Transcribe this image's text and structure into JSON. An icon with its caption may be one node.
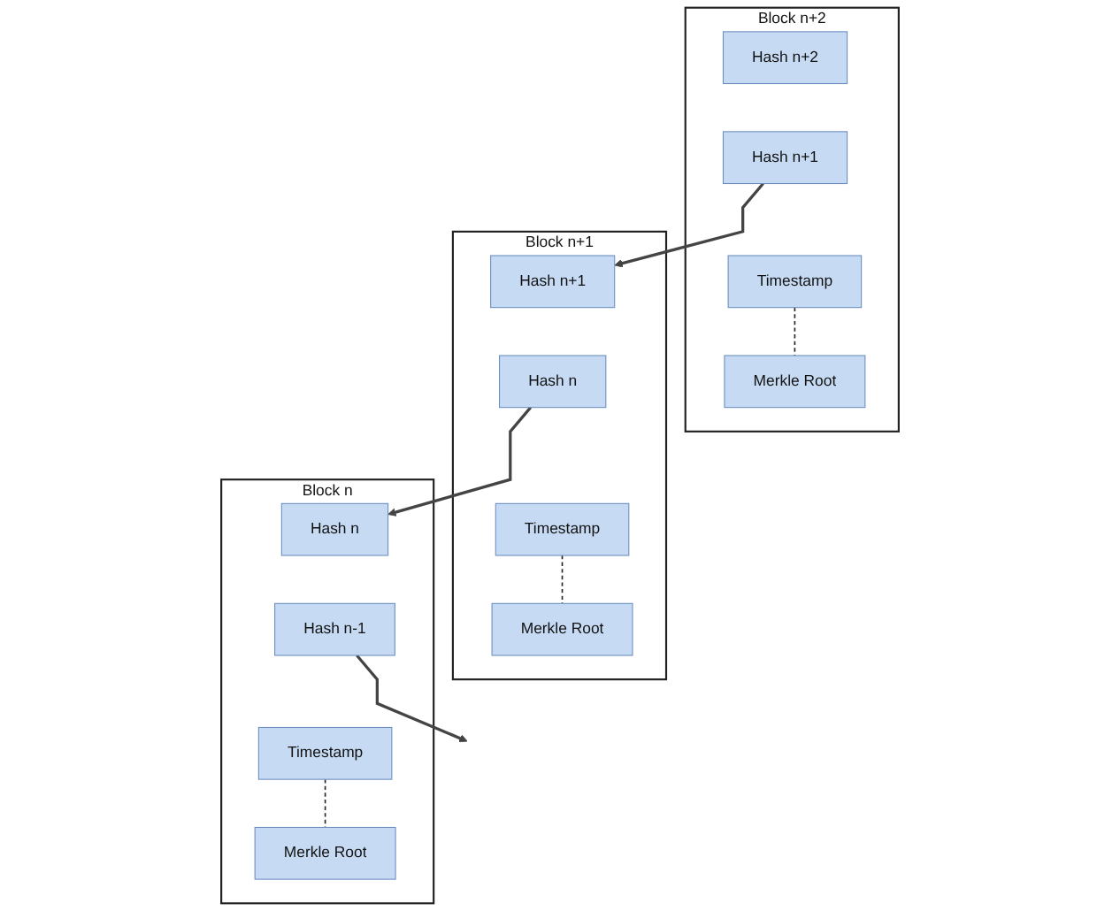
{
  "diagram": {
    "nodes": [
      {
        "text": [
          "Block n"
        ]
      },
      {
        "text": [
          "Hash n"
        ],
        "in": 0
      },
      {
        "text": [
          "Hash n-1"
        ],
        "in": 0
      },
      {
        "text": [
          "Timestamp"
        ],
        "in": 0
      },
      {
        "text": [
          "Merkle Root"
        ],
        "in": 0
      },
      {
        "text": [
          "Block n+1"
        ]
      },
      {
        "text": [
          "Hash n+1"
        ],
        "in": 5
      },
      {
        "text": [
          "Hash n"
        ],
        "in": 5
      },
      {
        "text": [
          "Timestamp"
        ],
        "in": 5
      },
      {
        "text": [
          "Merkle Root"
        ],
        "in": 5
      },
      {
        "text": [
          "Block n+2"
        ]
      },
      {
        "text": [
          "Hash n+2"
        ],
        "in": 10
      },
      {
        "text": [
          "Hash n+1"
        ],
        "in": 10
      },
      {
        "text": [
          "Timestamp"
        ],
        "in": 10
      },
      {
        "text": [
          "Merkle Root"
        ],
        "in": 10
      }
    ],
    "edges": [
      {
        "from": 2,
        "to": null,
        "arrow": "to"
      },
      {
        "from": 7,
        "to": 1,
        "arrow": "to"
      },
      {
        "from": 12,
        "to": 6,
        "arrow": "to"
      },
      {
        "from": 3,
        "to": 4,
        "arrow": "none",
        "style": "dashed"
      },
      {
        "from": 8,
        "to": 9,
        "arrow": "none",
        "style": "dashed"
      },
      {
        "from": 13,
        "to": 14,
        "arrow": "none",
        "style": "dashed"
      }
    ]
  }
}
